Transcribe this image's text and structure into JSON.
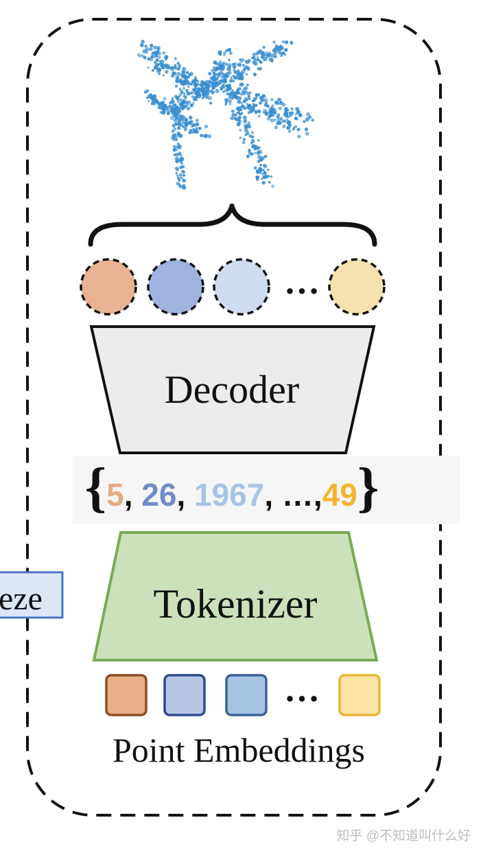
{
  "freeze_label": "eze",
  "decoder_label": "Decoder",
  "tokenizer_label": "Tokenizer",
  "embeddings_caption": "Point Embeddings",
  "tokens": {
    "open": "{",
    "t1": "5",
    "c1": ", ",
    "t2": "26",
    "c2": ", ",
    "t3": "1967",
    "c3": ", …,",
    "t4": "49",
    "close": "}"
  },
  "decoder_ellipsis": "…",
  "embedding_ellipsis": "…",
  "watermark": "知乎 @不知道叫什么好",
  "colors": {
    "orange": "#e9b393",
    "blue_mid": "#9fb3de",
    "blue_light": "#cfdcef",
    "yellow": "#f6e2ae",
    "decoder_fill": "#ececec",
    "tokenizer_fill": "#cde0bc",
    "tokenizer_stroke": "#7aaa55",
    "freeze_fill": "#dce6f5",
    "freeze_stroke": "#4a76c4",
    "airplane": "#3b8fd0",
    "token_orange": "#e6ab85",
    "token_blue": "#6f8cc8",
    "token_lightblue": "#a7c3e4",
    "token_yellow": "#f2b531"
  }
}
